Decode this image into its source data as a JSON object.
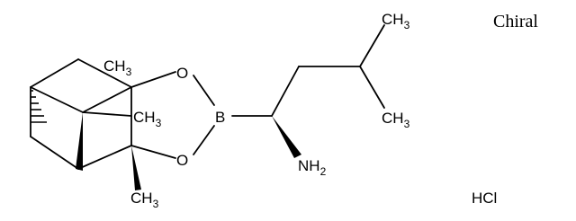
{
  "molecule": {
    "stereo_note": "Chiral",
    "salt": "HCl",
    "atom_labels": {
      "o_upper": "O",
      "o_lower": "O",
      "boron": "B",
      "amine": "NH",
      "amine_sub": "2",
      "methyl_top_right": "CH",
      "methyl_top_right_sub": "3",
      "methyl_right": "CH",
      "methyl_right_sub": "3",
      "methyl_bridge": "CH",
      "methyl_bridge_sub": "3",
      "methyl_bridge2": "CH",
      "methyl_bridge2_sub": "3",
      "methyl_bottom": "CH",
      "methyl_bottom_sub": "3"
    }
  }
}
